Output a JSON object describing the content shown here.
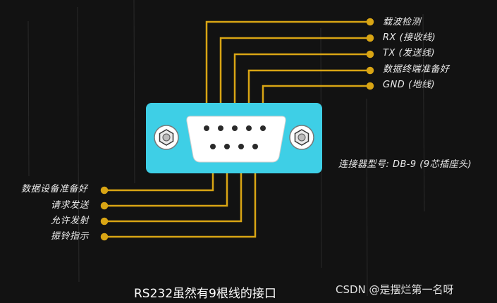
{
  "colors": {
    "background": "#121212",
    "wire": "#d9a514",
    "connector_body": "#3ecfe6",
    "connector_face": "#ffffff",
    "pin": "#2a2a2a",
    "text": "#eaeaea"
  },
  "pins_top": [
    {
      "label": "载波检测"
    },
    {
      "label": "RX (接收线)"
    },
    {
      "label": "TX (发送线)"
    },
    {
      "label": "数据终端准备好"
    },
    {
      "label": "GND (地线)"
    }
  ],
  "pins_bottom": [
    {
      "label": "数据设备准备好"
    },
    {
      "label": "请求发送"
    },
    {
      "label": "允许发射"
    },
    {
      "label": "振铃指示"
    }
  ],
  "connector_label": "连接器型号: DB-9 (9芯插座头)",
  "caption": "RS232虽然有9根线的接口",
  "watermark": "CSDN @是摆烂第一名呀"
}
